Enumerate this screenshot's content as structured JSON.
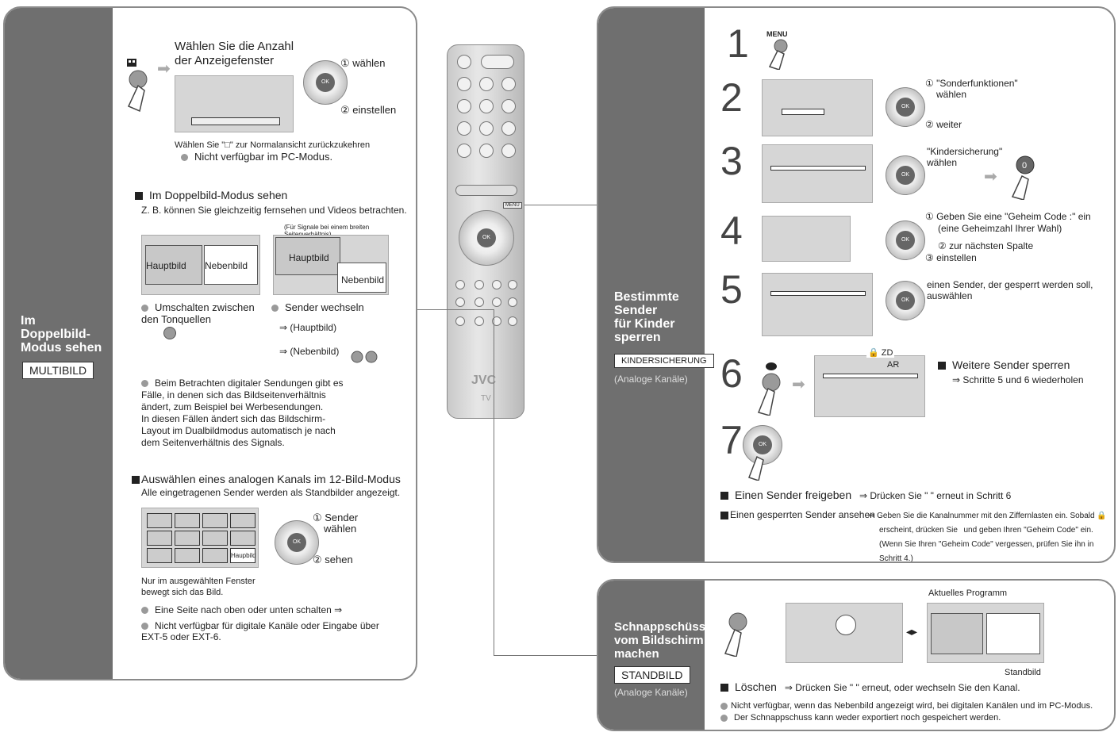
{
  "left": {
    "title_lines": [
      "Im",
      "Doppelbild-",
      "Modus sehen"
    ],
    "tag": "MULTIBILD",
    "s1": {
      "title_l1": "Wählen Sie die Anzahl",
      "title_l2": "der Anzeigefenster",
      "step1": "① wählen",
      "step2": "② einstellen",
      "note": "Wählen Sie \"□\" zur Normalansicht zurückzukehren",
      "bullet": "Nicht verfügbar im PC-Modus."
    },
    "s2": {
      "heading": "Im Doppelbild-Modus sehen",
      "sub": "Z. B. können Sie gleichzeitig fernsehen und Videos betrachten.",
      "hint": "(Für Signale bei einem breiten Seitenverhältnis)",
      "hauptbild": "Hauptbild",
      "nebenbild": "Nebenbild",
      "bullet_tone_l1": "Umschalten zwischen",
      "bullet_tone_l2": "den Tonquellen",
      "bullet_sender": "Sender wechseln",
      "haupt_paren": "⇒ (Hauptbild)",
      "neben_paren": "⇒ (Nebenbild)",
      "digital_l1": "Beim Betrachten digitaler Sendungen gibt es",
      "digital_l2": "Fälle, in denen sich das Bildseitenverhältnis",
      "digital_l3": "ändert, zum Beispiel bei Werbesendungen.",
      "digital_l4": "In diesen Fällen ändert sich das Bildschirm-",
      "digital_l5": "Layout im Dualbildmodus automatisch je nach",
      "digital_l6": "dem Seitenverhältnis des Signals."
    },
    "s3": {
      "heading": "Auswählen eines analogen Kanals im 12-Bild-Modus",
      "sub": "Alle eingetragenen Sender werden als Standbilder angezeigt.",
      "step1_l1": "① Sender",
      "step1_l2": "wählen",
      "step2": "② sehen",
      "cell_label": "Haupbild",
      "note_l1": "Nur im ausgewählten Fenster",
      "note_l2": "bewegt sich das Bild.",
      "bullet1": "Eine Seite nach oben oder unten schalten ⇒",
      "bullet2_l1": "Nicht verfügbar für digitale Kanäle oder Eingabe über",
      "bullet2_l2": "EXT-5 oder EXT-6."
    }
  },
  "remote": {
    "brand": "JVC",
    "sub": "TV",
    "menu": "MENU",
    "ok": "OK"
  },
  "right": {
    "title_lines": [
      "Bestimmte",
      "Sender",
      "für Kinder",
      "sperren"
    ],
    "tag": "KINDERSICHERUNG",
    "sub": "(Analoge Kanäle)",
    "steps": [
      "1",
      "2",
      "3",
      "4",
      "5",
      "6",
      "7"
    ],
    "menu_label": "MENU",
    "st2_1_l1": "① \"Sonderfunktionen\"",
    "st2_1_l2": "wählen",
    "st2_2": "② weiter",
    "st3_l1": "\"Kindersicherung\"",
    "st3_l2": "wählen",
    "st4_1_l1": "① Geben Sie eine \"Geheim Code :\" ein",
    "st4_1_l2": "(eine Geheimzahl Ihrer Wahl)",
    "st4_2": "② zur nächsten Spalte",
    "st4_3": "③ einstellen",
    "st5_l1": "einen Sender, der gesperrt werden soll,",
    "st5_l2": "auswählen",
    "lock_zd": "🔒 ZD",
    "lock_ar": "AR",
    "more_heading": "Weitere Sender sperren",
    "more_text": "⇒ Schritte 5 und 6 wiederholen",
    "release_label": "Einen Sender freigeben",
    "release_text": "⇒ Drücken Sie \" \" erneut in Schritt 6",
    "view_label": "Einen gesperrten Sender ansehen",
    "view_l1": "⇒ Geben Sie die Kanalnummer mit den Ziffernlasten ein. Sobald 🔒",
    "view_l2": "erscheint, drücken Sie   und geben Ihren \"Geheim Code\" ein.",
    "view_l3": "(Wenn Sie Ihren \"Geheim Code\" vergessen, prüfen Sie ihn in Schritt 4.)"
  },
  "bottom": {
    "title_lines": [
      "Schnappschüsse",
      "vom Bildschirm",
      "machen"
    ],
    "tag": "STANDBILD",
    "sub": "(Analoge Kanäle)",
    "aktuelles": "Aktuelles Programm",
    "standbild": "Standbild",
    "loeschen_label": "Löschen",
    "loeschen_text": "⇒ Drücken Sie \" \" erneut, oder wechseln Sie den Kanal.",
    "note1": "Nicht verfügbar, wenn das Nebenbild angezeigt wird, bei digitalen Kanälen und im PC-Modus.",
    "note2": "Der Schnappschuss kann weder exportiert noch gespeichert werden."
  }
}
